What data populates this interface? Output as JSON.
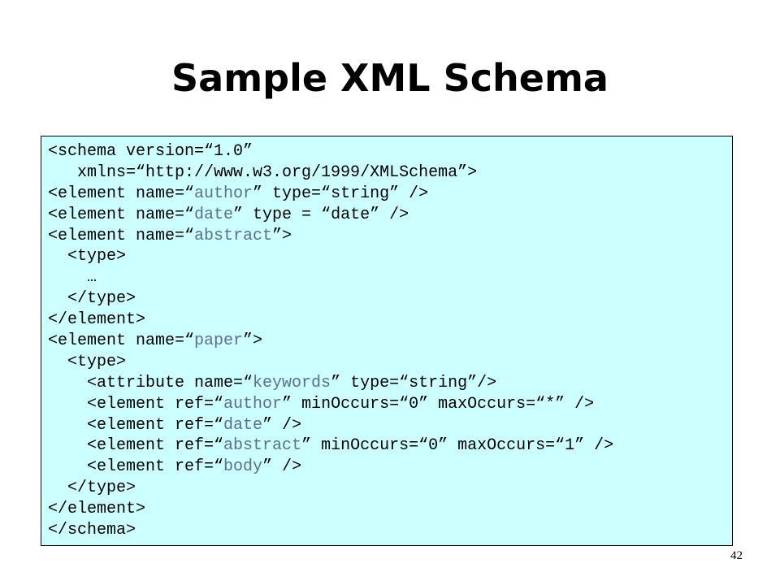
{
  "slide": {
    "title": "Sample XML Schema",
    "page_number": "42"
  },
  "colors": {
    "code_background": "#ccffff",
    "highlight_text": "#5b6f90"
  },
  "code": {
    "lines": [
      [
        {
          "t": "<schema version=“1.0”"
        }
      ],
      [
        {
          "t": "   xmlns=“http://www.w3.org/1999/XMLSchema”>"
        }
      ],
      [
        {
          "t": "<element name=“"
        },
        {
          "t": "author",
          "hl": true
        },
        {
          "t": "” type=“string” />"
        }
      ],
      [
        {
          "t": "<element name=“"
        },
        {
          "t": "date",
          "hl": true
        },
        {
          "t": "” type = “date” />"
        }
      ],
      [
        {
          "t": "<element name=“"
        },
        {
          "t": "abstract",
          "hl": true
        },
        {
          "t": "”>"
        }
      ],
      [
        {
          "t": "  <type>"
        }
      ],
      [
        {
          "t": "    …"
        }
      ],
      [
        {
          "t": "  </type>"
        }
      ],
      [
        {
          "t": "</element>"
        }
      ],
      [
        {
          "t": "<element name=“"
        },
        {
          "t": "paper",
          "hl": true
        },
        {
          "t": "”>"
        }
      ],
      [
        {
          "t": "  <type>"
        }
      ],
      [
        {
          "t": "    <attribute name=“"
        },
        {
          "t": "keywords",
          "hl": true
        },
        {
          "t": "” type=“string”/>"
        }
      ],
      [
        {
          "t": "    <element ref=“"
        },
        {
          "t": "author",
          "hl": true
        },
        {
          "t": "” minOccurs=“0” maxOccurs=“*” />"
        }
      ],
      [
        {
          "t": "    <element ref=“"
        },
        {
          "t": "date",
          "hl": true
        },
        {
          "t": "” />"
        }
      ],
      [
        {
          "t": "    <element ref=“"
        },
        {
          "t": "abstract",
          "hl": true
        },
        {
          "t": "” minOccurs=“0” maxOccurs=“1” />"
        }
      ],
      [
        {
          "t": "    <element ref=“"
        },
        {
          "t": "body",
          "hl": true
        },
        {
          "t": "” />"
        }
      ],
      [
        {
          "t": "  </type>"
        }
      ],
      [
        {
          "t": "</element>"
        }
      ],
      [
        {
          "t": "</schema>"
        }
      ]
    ]
  }
}
